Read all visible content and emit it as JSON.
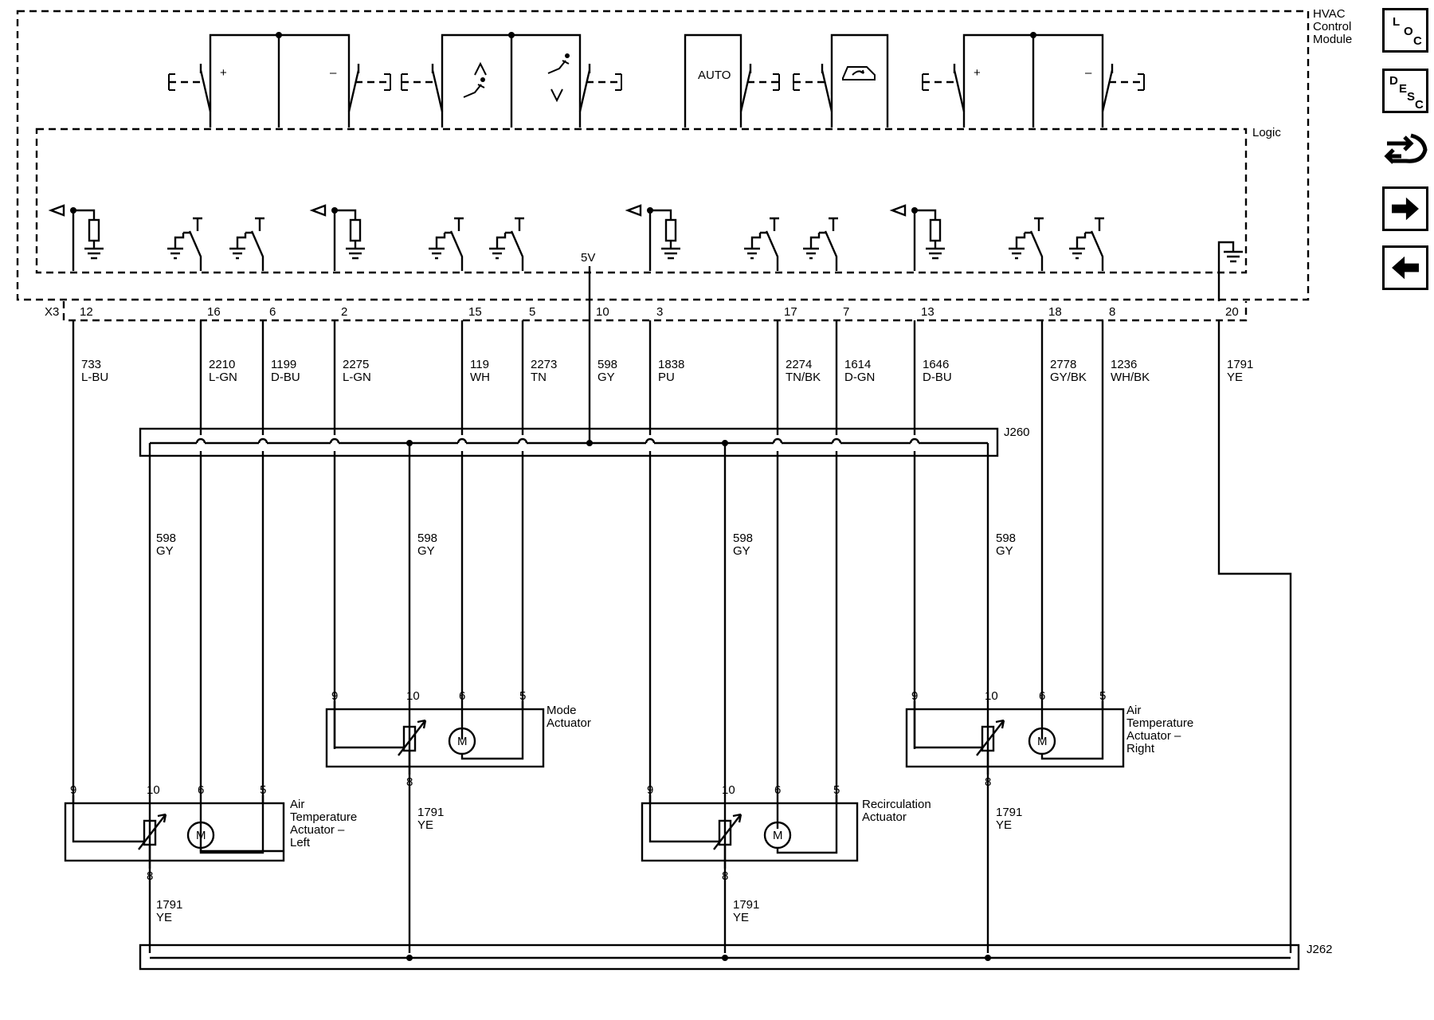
{
  "module": {
    "title_line1": "HVAC",
    "title_line2": "Control",
    "title_line3": "Module",
    "logic_label": "Logic",
    "connector_id": "X3",
    "supply_label": "5V",
    "switches": {
      "left_temp_up": "+",
      "left_temp_down": "–",
      "auto": "AUTO",
      "right_temp_up": "+",
      "right_temp_down": "–"
    }
  },
  "pins": [
    "12",
    "16",
    "6",
    "2",
    "15",
    "5",
    "10",
    "3",
    "17",
    "7",
    "13",
    "18",
    "8",
    "20"
  ],
  "wires": [
    {
      "circuit": "733",
      "color": "L-BU"
    },
    {
      "circuit": "2210",
      "color": "L-GN"
    },
    {
      "circuit": "1199",
      "color": "D-BU"
    },
    {
      "circuit": "2275",
      "color": "L-GN"
    },
    {
      "circuit": "119",
      "color": "WH"
    },
    {
      "circuit": "2273",
      "color": "TN"
    },
    {
      "circuit": "598",
      "color": "GY"
    },
    {
      "circuit": "1838",
      "color": "PU"
    },
    {
      "circuit": "2274",
      "color": "TN/BK"
    },
    {
      "circuit": "1614",
      "color": "D-GN"
    },
    {
      "circuit": "1646",
      "color": "D-BU"
    },
    {
      "circuit": "2778",
      "color": "GY/BK"
    },
    {
      "circuit": "1236",
      "color": "WH/BK"
    },
    {
      "circuit": "1791",
      "color": "YE"
    }
  ],
  "splices": {
    "upper": "J260",
    "lower": "J262"
  },
  "branch_598": {
    "circuit": "598",
    "color": "GY"
  },
  "branch_1791": {
    "circuit": "1791",
    "color": "YE"
  },
  "actuators": [
    {
      "id": "air-temp-left",
      "name_lines": [
        "Air",
        "Temperature",
        "Actuator –",
        "Left"
      ],
      "pins": [
        "9",
        "10",
        "6",
        "5",
        "8"
      ],
      "motor": "M"
    },
    {
      "id": "mode",
      "name_lines": [
        "Mode",
        "Actuator"
      ],
      "pins": [
        "9",
        "10",
        "6",
        "5",
        "8"
      ],
      "motor": "M"
    },
    {
      "id": "recirculation",
      "name_lines": [
        "Recirculation",
        "Actuator"
      ],
      "pins": [
        "9",
        "10",
        "6",
        "5",
        "8"
      ],
      "motor": "M"
    },
    {
      "id": "air-temp-right",
      "name_lines": [
        "Air",
        "Temperature",
        "Actuator –",
        "Right"
      ],
      "pins": [
        "9",
        "10",
        "6",
        "5",
        "8"
      ],
      "motor": "M"
    }
  ],
  "nav": {
    "loc": {
      "l1": "L",
      "l2": "O",
      "l3": "C"
    },
    "desc": {
      "l1": "D",
      "l2": "E",
      "l3": "S",
      "l4": "C"
    }
  },
  "icons": [
    "loc-icon",
    "desc-icon",
    "tools-icon",
    "next-arrow-icon",
    "prev-arrow-icon",
    "seat-up-icon",
    "seat-down-icon",
    "recirculation-car-icon"
  ]
}
